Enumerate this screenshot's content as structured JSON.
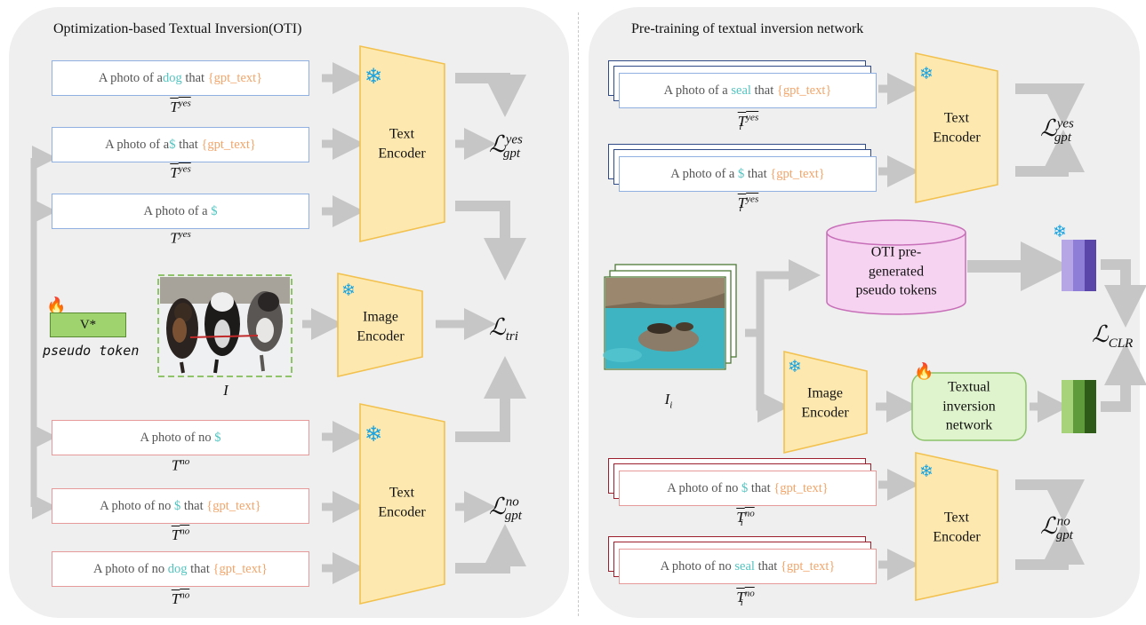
{
  "left_panel": {
    "title": "Optimization-based Textual Inversion(OTI)",
    "texts": {
      "t1": {
        "a": "A photo of a ",
        "hl": "dog",
        "b": " that ",
        "gpt": "{gpt_text}"
      },
      "t2": {
        "a": "A photo of a ",
        "hl": "$",
        "b": " that ",
        "gpt": "{gpt_text}"
      },
      "t3": {
        "a": "A photo of a ",
        "hl": "$"
      },
      "t4": {
        "a": "A photo of no ",
        "hl": "$"
      },
      "t5": {
        "a": "A photo of no ",
        "hl": "$",
        "b": " that ",
        "gpt": "{gpt_text}"
      },
      "t6": {
        "a": "A photo of no ",
        "hl": "dog",
        "b": " that ",
        "gpt": "{gpt_text}"
      }
    },
    "labels": {
      "l1": {
        "base": "T",
        "sup": "yes"
      },
      "l2": {
        "base": "T",
        "sup": "yes"
      },
      "l3": {
        "base": "T",
        "sup": "yes"
      },
      "l4": {
        "base": "T",
        "sup": "no"
      },
      "l5": {
        "base": "T",
        "sup": "no"
      },
      "l6": {
        "base": "T",
        "sup": "no"
      },
      "image": "I"
    },
    "encoders": {
      "text_top": [
        "Text",
        "Encoder"
      ],
      "image": [
        "Image",
        "Encoder"
      ],
      "text_bottom": [
        "Text",
        "Encoder"
      ]
    },
    "pseudo": {
      "box": "V*",
      "caption": "pseudo token"
    },
    "losses": {
      "gpt_yes": {
        "sup": "yes",
        "sub": "gpt"
      },
      "tri": {
        "sub": "tri"
      },
      "gpt_no": {
        "sup": "no",
        "sub": "gpt"
      }
    }
  },
  "right_panel": {
    "title": "Pre-training of textual inversion network",
    "texts": {
      "r1": {
        "a": "A photo of a ",
        "hl": "seal",
        "b": " that ",
        "gpt": "{gpt_text}"
      },
      "r2": {
        "a": "A photo of a ",
        "hl": "$",
        "b": " that ",
        "gpt": "{gpt_text}"
      },
      "r3": {
        "a": "A photo of no ",
        "hl": "$",
        "b": " that ",
        "gpt": "{gpt_text}"
      },
      "r4": {
        "a": "A photo of no ",
        "hl": "seal",
        "b": " that ",
        "gpt": "{gpt_text}"
      }
    },
    "labels": {
      "r1": {
        "base": "T",
        "sup": "yes",
        "sub": "i"
      },
      "r2": {
        "base": "T",
        "sup": "yes",
        "sub": "i"
      },
      "r3": {
        "base": "T",
        "sup": "no",
        "sub": "i"
      },
      "r4": {
        "base": "T",
        "sup": "no",
        "sub": "i"
      },
      "image": {
        "base": "I",
        "sub": "i"
      }
    },
    "encoders": {
      "text_top": [
        "Text",
        "Encoder"
      ],
      "image": [
        "Image",
        "Encoder"
      ],
      "text_bottom": [
        "Text",
        "Encoder"
      ]
    },
    "cylinder": [
      "OTI pre-",
      "generated",
      "pseudo tokens"
    ],
    "network": [
      "Textual",
      "inversion",
      "network"
    ],
    "losses": {
      "gpt_yes": {
        "sup": "yes",
        "sub": "gpt"
      },
      "clr": {
        "sub": "CLR"
      },
      "gpt_no": {
        "sup": "no",
        "sub": "gpt"
      }
    }
  },
  "symbols": {
    "loss": "ℒ",
    "snowflake": "❄",
    "flame": "🔥"
  },
  "colors": {
    "encoder_fill": "#fde9b0",
    "encoder_stroke": "#f2c14e",
    "arrow": "#c6c6c6",
    "blue_border": "#8fb0e0",
    "red_border": "#e79a9a",
    "highlight": "#52c4c0",
    "gpt_text": "#f2a56a",
    "pseudo_green": "#9fd36e",
    "cylinder_fill": "#f6d3f0",
    "network_fill": "#dff3cc"
  }
}
